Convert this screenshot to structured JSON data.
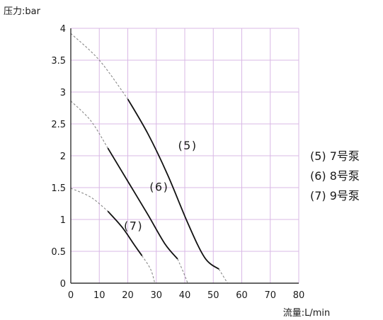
{
  "chart_data": {
    "type": "line",
    "ylabel": "压力:bar",
    "xlabel": "流量:L/min",
    "xlim": [
      0,
      80
    ],
    "ylim": [
      0,
      4
    ],
    "x_ticks": [
      "0",
      "10",
      "20",
      "30",
      "40",
      "50",
      "60",
      "70",
      "80"
    ],
    "y_ticks": [
      "0",
      "0.5",
      "1",
      "1.5",
      "2",
      "2.5",
      "3",
      "3.5",
      "4"
    ],
    "grid": true,
    "legend_position": "right",
    "legend": [
      "(5) 7号泵",
      "(6) 8号泵",
      "(7) 9号泵"
    ],
    "series": [
      {
        "name": "(5)",
        "label_pos": [
          41,
          2.1
        ],
        "operating_range": [
          [
            20,
            2.89
          ],
          [
            27,
            2.35
          ],
          [
            34,
            1.7
          ],
          [
            41,
            0.95
          ],
          [
            47,
            0.4
          ],
          [
            52,
            0.22
          ]
        ],
        "extrapolated": [
          [
            0,
            3.92
          ],
          [
            10,
            3.5
          ],
          [
            20,
            2.89
          ],
          [
            52,
            0.22
          ],
          [
            55,
            0
          ]
        ]
      },
      {
        "name": "(6)",
        "label_pos": [
          31,
          1.45
        ],
        "operating_range": [
          [
            13,
            2.12
          ],
          [
            20,
            1.6
          ],
          [
            27,
            1.08
          ],
          [
            33,
            0.62
          ],
          [
            37.5,
            0.38
          ]
        ],
        "extrapolated": [
          [
            0,
            2.86
          ],
          [
            7,
            2.55
          ],
          [
            13,
            2.12
          ],
          [
            37.5,
            0.38
          ],
          [
            40,
            0.12
          ],
          [
            41,
            0
          ]
        ]
      },
      {
        "name": "(7)",
        "label_pos": [
          22,
          0.84
        ],
        "operating_range": [
          [
            13,
            1.13
          ],
          [
            18,
            0.88
          ],
          [
            22,
            0.62
          ],
          [
            25,
            0.43
          ]
        ],
        "extrapolated": [
          [
            0,
            1.49
          ],
          [
            7,
            1.35
          ],
          [
            13,
            1.13
          ],
          [
            25,
            0.43
          ],
          [
            28,
            0.22
          ],
          [
            29.5,
            0
          ]
        ]
      }
    ],
    "colors": {
      "grid": "#d9b8e6",
      "axis": "#333333",
      "curve": "#111111",
      "extrapolated": "#888888"
    }
  }
}
